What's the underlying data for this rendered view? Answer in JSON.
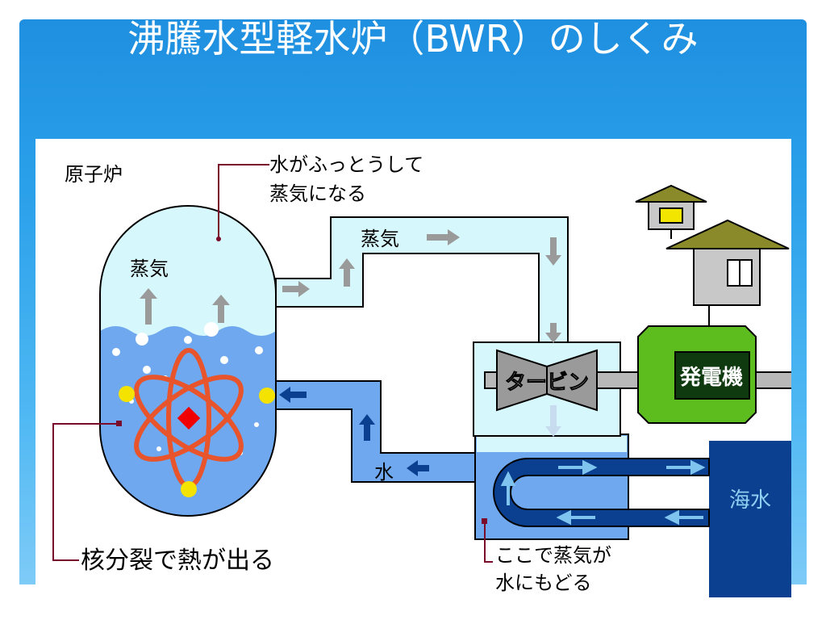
{
  "slide": {
    "title": "沸騰水型軽水炉（BWR）のしくみ"
  },
  "diagram": {
    "labels": {
      "reactor": "原子炉",
      "boil_line1": "水がふっとうして",
      "boil_line2": "蒸気になる",
      "steam_inside": "蒸気",
      "steam_pipe": "蒸気",
      "turbine": "タービン",
      "generator": "発電機",
      "water_pipe": "水",
      "sea_water": "海水",
      "fission": "核分裂で熱が出る",
      "condense_line1": "ここで蒸気が",
      "condense_line2": "水にもどる"
    },
    "colors": {
      "steam": "#d6f7fb",
      "water": "#6fa8ee",
      "sea": "#0b3f8f",
      "generator": "#5ebd1e",
      "house_roof": "#8a8a2a",
      "leader": "#7a0b2a",
      "atom": "#e8542b"
    }
  }
}
